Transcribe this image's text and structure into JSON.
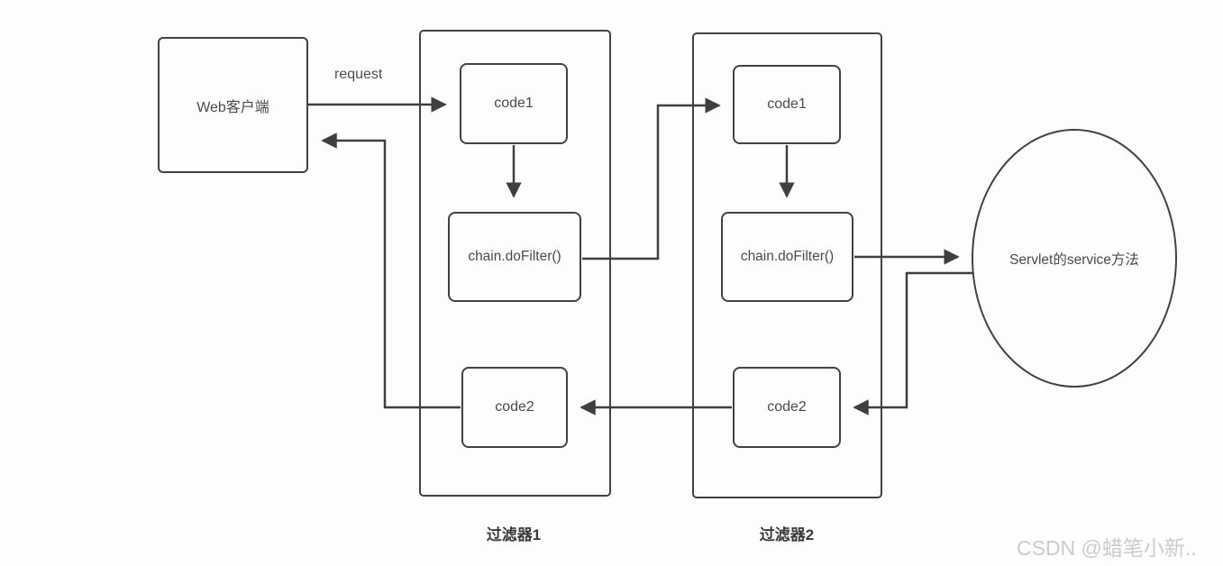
{
  "canvas": {
    "background": "#fdfdfd",
    "line_color": "#3f3f3f",
    "text_color": "#4a4a4a",
    "watermark_color": "#cbcbcb"
  },
  "nodes": {
    "web_client": {
      "label": "Web客户端"
    },
    "filter1": {
      "caption": "过滤器1",
      "code1": "code1",
      "chain": "chain.doFilter()",
      "code2": "code2"
    },
    "filter2": {
      "caption": "过滤器2",
      "code1": "code1",
      "chain": "chain.doFilter()",
      "code2": "code2"
    },
    "servlet": {
      "label": "Servlet的service方法"
    }
  },
  "labels": {
    "request": "request"
  },
  "watermark": "CSDN @蜡笔小新.."
}
